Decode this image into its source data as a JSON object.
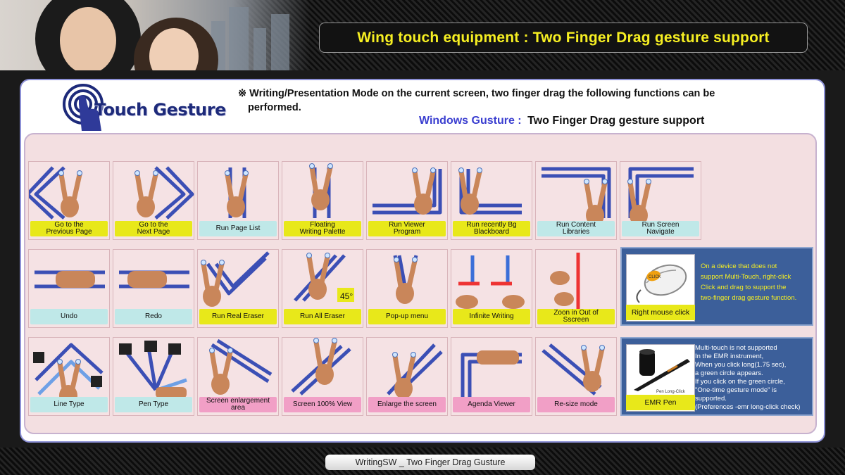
{
  "header": {
    "title": "Wing touch equipment :  Two Finger Drag gesture support"
  },
  "logo": {
    "text": "Touch Gesture"
  },
  "description": {
    "line1": "※ Writing/Presentation Mode on the current screen, two finger drag the following functions can be",
    "line2": "performed."
  },
  "windows_gesture": {
    "label": "Windows Gusture :",
    "value": "Two Finger Drag gesture support"
  },
  "gestures": [
    {
      "label1": "Go to the",
      "label2": "Previous Page",
      "color": "#e8e81a",
      "icon": "two-finger-left-chevron"
    },
    {
      "label1": "Go to the",
      "label2": "Next Page",
      "color": "#e8e81a",
      "icon": "two-finger-right-chevron"
    },
    {
      "label1": "Run Page List",
      "label2": "",
      "color": "#bfe8e8",
      "icon": "two-finger-up"
    },
    {
      "label1": "Floating",
      "label2": "Writing  Palette",
      "color": "#e8e81a",
      "icon": "two-finger-down"
    },
    {
      "label1": "Run Viewer",
      "label2": "Program",
      "color": "#e8e81a",
      "icon": "two-finger-down-left"
    },
    {
      "label1": "Run recently Bg",
      "label2": "Blackboard",
      "color": "#e8e81a",
      "icon": "two-finger-down-right"
    },
    {
      "label1": "Run Content",
      "label2": "Libraries",
      "color": "#bfe8e8",
      "icon": "two-finger-up-left"
    },
    {
      "label1": "Run Screen",
      "label2": "Navigate",
      "color": "#bfe8e8",
      "icon": "two-finger-up-right"
    },
    {
      "label1": "Undo",
      "label2": "",
      "color": "#bfe8e8",
      "icon": "two-finger-swipe-left"
    },
    {
      "label1": "Redo",
      "label2": "",
      "color": "#bfe8e8",
      "icon": "two-finger-swipe-right"
    },
    {
      "label1": "Run Real Eraser",
      "label2": "",
      "color": "#e8e81a",
      "icon": "two-finger-zigzag"
    },
    {
      "label1": "Run All Eraser",
      "label2": "",
      "color": "#e8e81a",
      "icon": "two-finger-diagonal-45",
      "badge": "45°"
    },
    {
      "label1": "Pop-up menu",
      "label2": "",
      "color": "#e8e81a",
      "icon": "two-finger-v"
    },
    {
      "label1": "Infinite Writing",
      "label2": "",
      "color": "#e8e81a",
      "icon": "infinite-writing-hands"
    },
    {
      "label1": "Zoon in Out of",
      "label2": "Sscreen",
      "color": "#e8e81a",
      "icon": "zoom-hand"
    },
    {
      "label1": "Line Type",
      "label2": "",
      "color": "#bfe8e8",
      "icon": "two-finger-chevron-up"
    },
    {
      "label1": "Pen Type",
      "label2": "",
      "color": "#bfe8e8",
      "icon": "two-finger-fan"
    },
    {
      "label1": "Screen enlargement",
      "label2": "area",
      "color": "#f19fc6",
      "icon": "two-finger-diagonal-down"
    },
    {
      "label1": "Screen 100% View",
      "label2": "",
      "color": "#f19fc6",
      "icon": "two-finger-diagonal-up"
    },
    {
      "label1": "Enlarge the screen",
      "label2": "",
      "color": "#f19fc6",
      "icon": "two-finger-diagonal-up-right"
    },
    {
      "label1": "Agenda Viewer",
      "label2": "",
      "color": "#f19fc6",
      "icon": "two-finger-hook"
    },
    {
      "label1": "Re-size mode",
      "label2": "",
      "color": "#f19fc6",
      "icon": "two-finger-diagonal-down-right"
    }
  ],
  "mouse_info": {
    "button_label": "Right  mouse click",
    "click_label": "CLICK",
    "text": [
      "On a device that does not",
      "support Multi-Touch, right-click",
      "Click and drag to support the",
      "two-finger drag gesture function."
    ]
  },
  "emr_info": {
    "button_label": "EMR  Pen",
    "pen_caption": "Pen Long-Click",
    "text": [
      "Multi-touch is not supported",
      "In the EMR instrument,",
      "When you click long(1.75 sec),",
      "a green circle appears.",
      "If you click on the green circle,",
      "\"One-time gesture mode\" is",
      "supported.",
      "(Preferences -emr long-click check)"
    ]
  },
  "footer": {
    "label": "WritingSW _ Two Finger Drag Gusture"
  }
}
